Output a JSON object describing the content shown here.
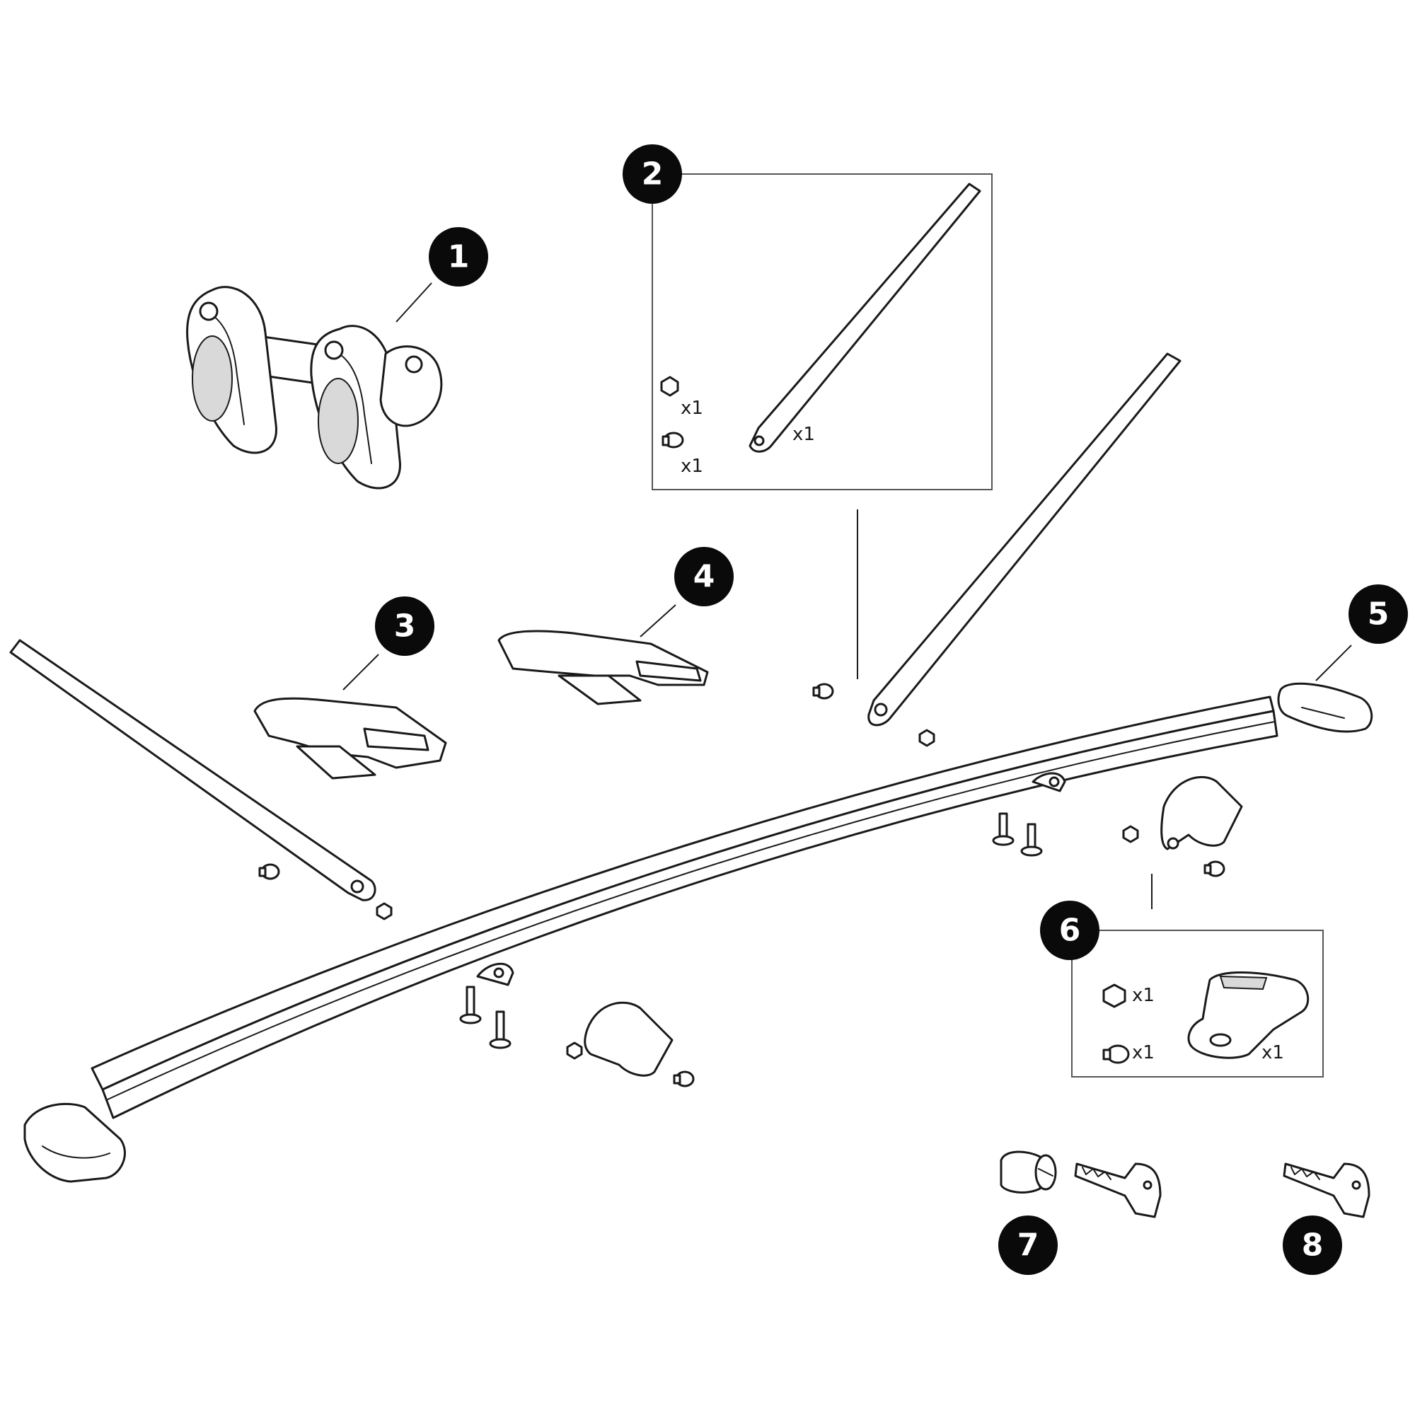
{
  "badges": [
    "1",
    "2",
    "3",
    "4",
    "5",
    "6",
    "7",
    "8"
  ],
  "quantities": {
    "box2_nut": "x1",
    "box2_screw": "x1",
    "box2_strap": "x1",
    "box6_nut": "x1",
    "box6_screw": "x1",
    "box6_buckle": "x1"
  },
  "colors": {
    "ink": "#1a1a1a",
    "badge": "#0a0a0a",
    "background": "#ffffff"
  }
}
